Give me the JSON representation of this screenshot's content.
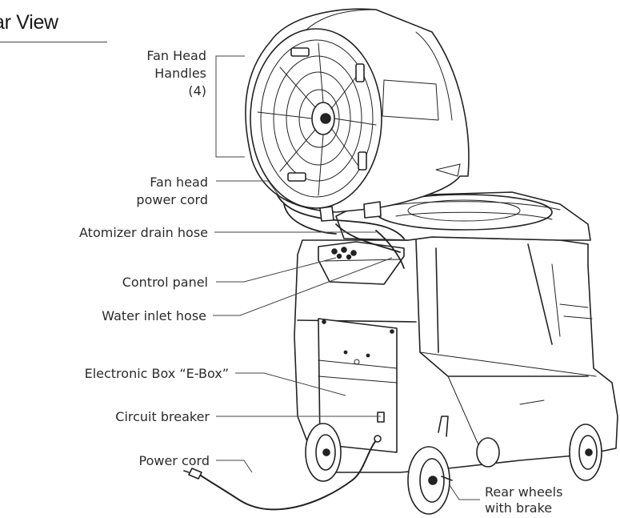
{
  "heading": "ar View",
  "labels": {
    "fan_head_handles": [
      "Fan Head",
      "Handles",
      "(4)"
    ],
    "fan_head_power_cord": [
      "Fan head",
      "power cord"
    ],
    "atomizer_drain_hose": "Atomizer drain hose",
    "control_panel": "Control panel",
    "water_inlet_hose": "Water inlet hose",
    "electronic_box": "Electronic Box “E-Box”",
    "circuit_breaker": "Circuit breaker",
    "power_cord": "Power cord",
    "rear_wheels": [
      "Rear wheels",
      "with brake"
    ]
  }
}
